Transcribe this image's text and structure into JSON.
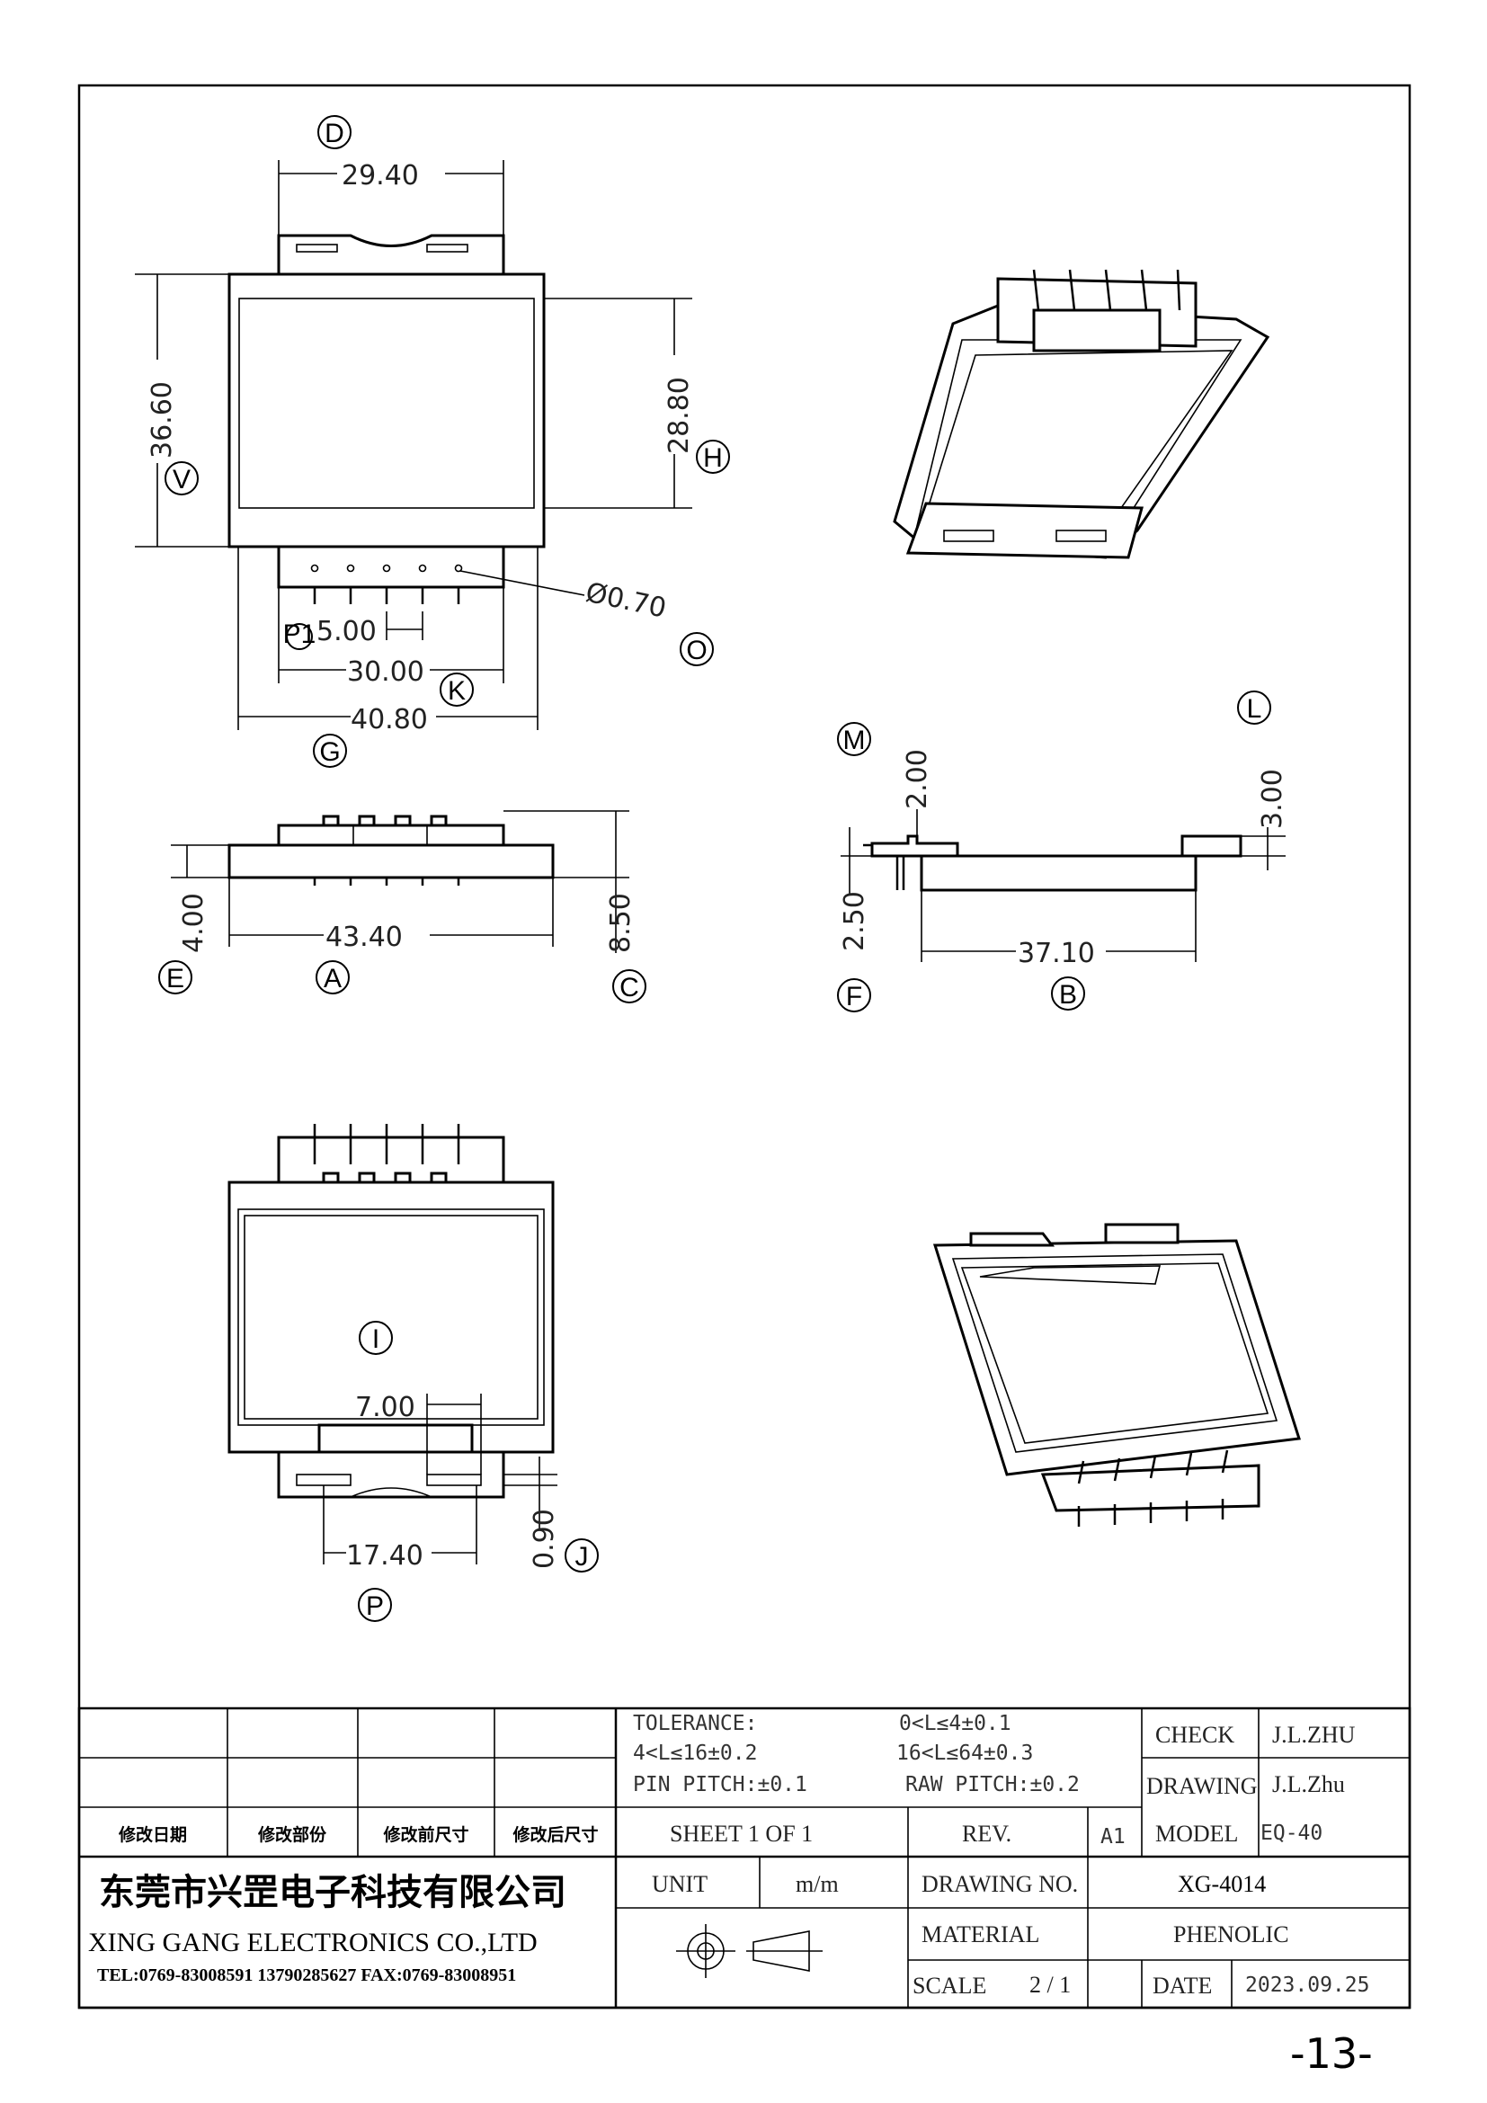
{
  "labels": {
    "A": "A",
    "B": "B",
    "C": "C",
    "D": "D",
    "E": "E",
    "F": "F",
    "G": "G",
    "H": "H",
    "I": "I",
    "J": "J",
    "K": "K",
    "L": "L",
    "M": "M",
    "O": "O",
    "P": "P",
    "V": "V",
    "P1": "P1"
  },
  "dimensions": {
    "D": "29.40",
    "V": "36.60",
    "H": "28.80",
    "O": "Ø0.70",
    "pitch": "5.00",
    "K": "30.00",
    "G": "40.80",
    "E": "4.00",
    "A": "43.40",
    "C": "8.50",
    "M": "2.00",
    "L": "3.00",
    "F": "2.50",
    "B": "37.10",
    "I": "7.00",
    "P": "17.40",
    "J": "0.90"
  },
  "revision_table": {
    "headers": [
      "修改日期",
      "修改部份",
      "修改前尺寸",
      "修改后尺寸"
    ]
  },
  "tolerance": {
    "title": "TOLERANCE:",
    "row1": "0<L≤4±0.1",
    "row2_left": "4<L≤16±0.2",
    "row2_right": "16<L≤64±0.3",
    "pin_pitch": "PIN PITCH:±0.1",
    "raw_pitch": "RAW PITCH:±0.2"
  },
  "title_block": {
    "check_label": "CHECK",
    "check_value": "J.L.ZHU",
    "drawing_label": "DRAWING",
    "drawing_value": "J.L.Zhu",
    "sheet": "SHEET 1 OF 1",
    "rev_label": "REV.",
    "rev_value": "A1",
    "model_label": "MODEL",
    "model_value": "EQ-40",
    "unit_label": "UNIT",
    "unit_value": "m/m",
    "drawing_no_label": "DRAWING NO.",
    "drawing_no_value": "XG-4014",
    "material_label": "MATERIAL",
    "material_value": "PHENOLIC",
    "scale_label": "SCALE",
    "scale_value": "2 / 1",
    "date_label": "DATE",
    "date_value": "2023.09.25"
  },
  "company": {
    "name_cn": "东莞市兴罡电子科技有限公司",
    "name_en": "XING GANG  ELECTRONICS CO.,LTD",
    "contact": "TEL:0769-83008591  13790285627  FAX:0769-83008951"
  },
  "page_number": "-13-"
}
